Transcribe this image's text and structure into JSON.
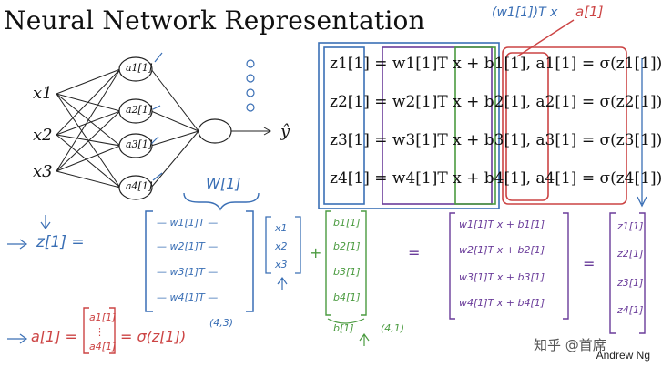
{
  "title": "Neural Network Representation",
  "network": {
    "inputs": [
      "x1",
      "x2",
      "x3"
    ],
    "hidden": [
      "a1[1]",
      "a2[1]",
      "a3[1]",
      "a4[1]"
    ],
    "output": "ŷ"
  },
  "equations": [
    {
      "z": "z1[1]",
      "w": "w1[1]T",
      "x": "x",
      "b": "b1[1]",
      "a": "a1[1]",
      "sig": "σ(z1[1])"
    },
    {
      "z": "z2[1]",
      "w": "w2[1]T",
      "x": "x",
      "b": "b2[1]",
      "a": "a2[1]",
      "sig": "σ(z2[1])"
    },
    {
      "z": "z3[1]",
      "w": "w3[1]T",
      "x": "x",
      "b": "b3[1]",
      "a": "a3[1]",
      "sig": "σ(z3[1])"
    },
    {
      "z": "z4[1]",
      "w": "w4[1]T",
      "x": "x",
      "b": "b4[1]",
      "a": "a4[1]",
      "sig": "σ(z4[1])"
    }
  ],
  "annotations": {
    "top_note": "(w1[1])T x",
    "top_a": "a[1]",
    "W_label": "W[1]",
    "z_label": "z[1] =",
    "dim_W": "(4,3)",
    "dim_b": "(4,1)",
    "b_label": "b[1]",
    "a_eq": "a[1] =",
    "a_eq_rhs": "= σ(z[1])",
    "plus": "+",
    "equals": "="
  },
  "matrix_W_rows": [
    "— w1[1]T —",
    "— w2[1]T —",
    "— w3[1]T —",
    "— w4[1]T —"
  ],
  "vector_x": [
    "x1",
    "x2",
    "x3"
  ],
  "vector_b": [
    "b1[1]",
    "b2[1]",
    "b3[1]",
    "b4[1]"
  ],
  "result_rows": [
    "w1[1]T x + b1[1]",
    "w2[1]T x + b2[1]",
    "w3[1]T x + b3[1]",
    "w4[1]T x + b4[1]"
  ],
  "z_vector": [
    "z1[1]",
    "z2[1]",
    "z3[1]",
    "z4[1]"
  ],
  "a_vector": [
    "a1[1]",
    "⋮",
    "a4[1]"
  ],
  "author": "Andrew Ng",
  "watermark": "知乎 @首席"
}
